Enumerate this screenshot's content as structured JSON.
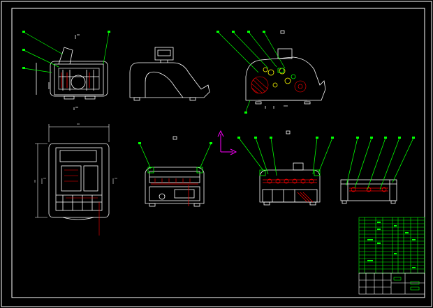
{
  "drawing": {
    "background": "#000000",
    "colors": {
      "frame": "#ffffff",
      "outline": "#ffffff",
      "leader": "#00ff00",
      "accent": "#ff0000",
      "part": "#ffff00",
      "dimension": "#00ffff",
      "ucs": "#ff00ff",
      "titleblock": "#00ff00"
    },
    "views": [
      "front-view-open",
      "side-view",
      "section-view",
      "top-view",
      "rear-view",
      "section-view-2",
      "component-view"
    ],
    "ucs_icon": "ucs-axes-icon",
    "title_block": {
      "rows": 14,
      "text": []
    }
  }
}
